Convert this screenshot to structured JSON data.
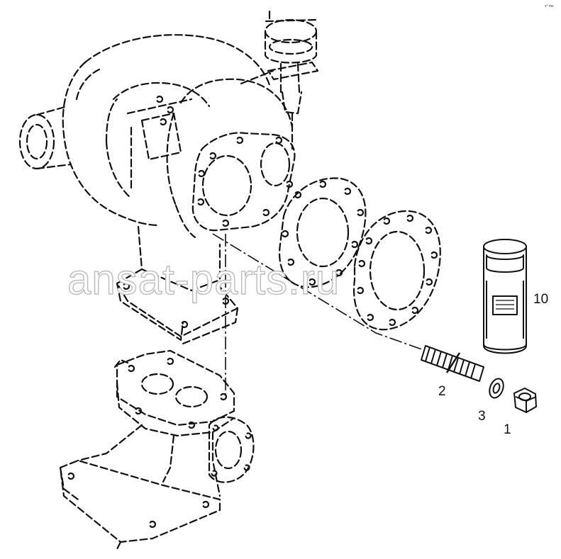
{
  "callouts": [
    {
      "id": "nut",
      "text": "1"
    },
    {
      "id": "stud",
      "text": "2"
    },
    {
      "id": "washer",
      "text": "3"
    },
    {
      "id": "filter",
      "text": "10"
    }
  ],
  "watermark": "ansat-parts.ru",
  "corner_mark": "s° ms"
}
